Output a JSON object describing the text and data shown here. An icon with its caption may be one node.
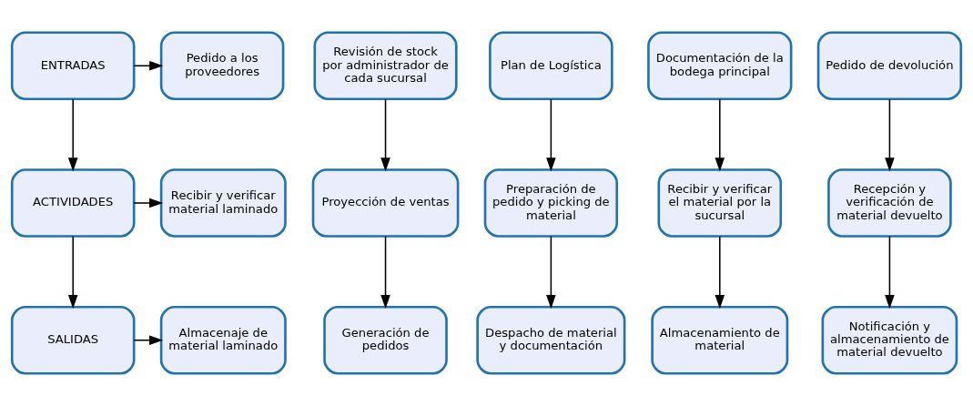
{
  "diagram": {
    "nodes": [
      {
        "text": [
          "ENTRADAS"
        ]
      },
      {
        "text": [
          "Pedido a los proveedores"
        ]
      },
      {
        "text": [
          "Revisión de stock por administrador de cada sucursal"
        ]
      },
      {
        "text": [
          "Plan de Logística"
        ]
      },
      {
        "text": [
          "Documentación de la bodega principal"
        ]
      },
      {
        "text": [
          "Pedido de devolución"
        ]
      },
      {
        "text": [
          "ACTIVIDADES"
        ]
      },
      {
        "text": [
          "Recibir y verificar material laminado"
        ]
      },
      {
        "text": [
          "Proyección de ventas"
        ]
      },
      {
        "text": [
          "Preparación de pedido y picking de material"
        ]
      },
      {
        "text": [
          "Recibir y verificar el material por la sucursal"
        ]
      },
      {
        "text": [
          "Recepción y verificación de material devuelto"
        ]
      },
      {
        "text": [
          "SALIDAS"
        ]
      },
      {
        "text": [
          "Almacenaje de material laminado"
        ]
      },
      {
        "text": [
          "Generación de pedidos"
        ]
      },
      {
        "text": [
          "Despacho de material y documentación"
        ]
      },
      {
        "text": [
          "Almacenamiento de material"
        ]
      },
      {
        "text": [
          "Notificación y almacenamiento de material devuelto"
        ]
      }
    ],
    "edges": [
      {
        "from": 0,
        "to": 1,
        "arrow": "to"
      },
      {
        "from": 0,
        "to": 6,
        "arrow": "to"
      },
      {
        "from": 6,
        "to": 7,
        "arrow": "to"
      },
      {
        "from": 6,
        "to": 12,
        "arrow": "to"
      },
      {
        "from": 12,
        "to": 13,
        "arrow": "to"
      },
      {
        "from": 2,
        "to": 8,
        "arrow": "to"
      },
      {
        "from": 8,
        "to": 14,
        "arrow": "to"
      },
      {
        "from": 3,
        "to": 9,
        "arrow": "to"
      },
      {
        "from": 9,
        "to": 15,
        "arrow": "to"
      },
      {
        "from": 4,
        "to": 10,
        "arrow": "to"
      },
      {
        "from": 10,
        "to": 16,
        "arrow": "to"
      },
      {
        "from": 5,
        "to": 11,
        "arrow": "to"
      },
      {
        "from": 11,
        "to": 17,
        "arrow": "to"
      }
    ]
  }
}
